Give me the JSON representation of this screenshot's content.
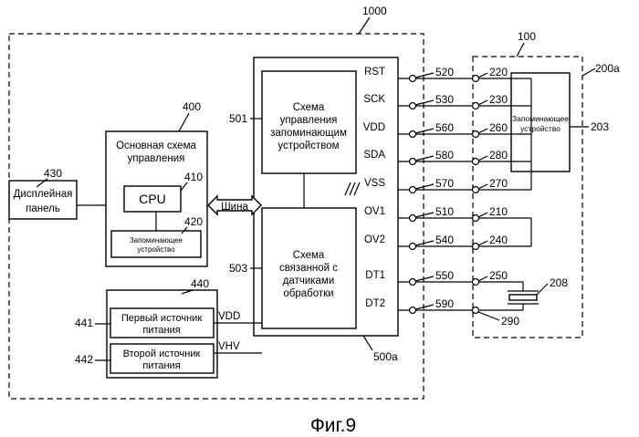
{
  "figure_caption": "Фиг.9",
  "refs": {
    "r1000": "1000",
    "r100": "100",
    "r200a": "200a",
    "r203": "203",
    "r400": "400",
    "r410": "410",
    "r420": "420",
    "r430": "430",
    "r440": "440",
    "r441": "441",
    "r442": "442",
    "r501": "501",
    "r503": "503",
    "r500a": "500a",
    "r208": "208"
  },
  "blocks": {
    "display_panel": [
      "Дисплейная",
      "панель"
    ],
    "main_control": [
      "Основная схема",
      "управления"
    ],
    "cpu": "CPU",
    "main_memory": [
      "Запоминающее",
      "устройство"
    ],
    "power_1": [
      "Первый источник",
      "питания"
    ],
    "power_2": [
      "Второй источник",
      "питания"
    ],
    "memory_control": [
      "Схема",
      "управления",
      "запоминающим",
      "устройством"
    ],
    "sensor_circuit": [
      "Схема",
      "связанной с",
      "датчиками",
      "обработки"
    ],
    "cartridge_memory": [
      "Запоминающее",
      "устройство"
    ]
  },
  "bus_label": "Шина",
  "power_lines": [
    "VDD",
    "VHV"
  ],
  "signals": [
    {
      "name": "RST",
      "left": "520",
      "right": "220"
    },
    {
      "name": "SCK",
      "left": "530",
      "right": "230"
    },
    {
      "name": "VDD",
      "left": "560",
      "right": "260"
    },
    {
      "name": "SDA",
      "left": "580",
      "right": "280"
    },
    {
      "name": "VSS",
      "left": "570",
      "right": "270"
    },
    {
      "name": "OV1",
      "left": "510",
      "right": "210"
    },
    {
      "name": "OV2",
      "left": "540",
      "right": "240"
    },
    {
      "name": "DT1",
      "left": "550",
      "right": "250"
    },
    {
      "name": "DT2",
      "left": "590",
      "right": "290"
    }
  ]
}
